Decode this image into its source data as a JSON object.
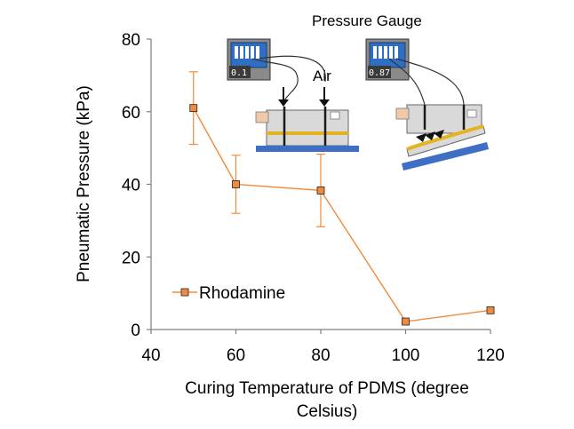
{
  "chart_data": {
    "type": "line",
    "xlabel": "Curing Temperature of PDMS (degree Celsius)",
    "xlabel_lines": [
      "Curing Temperature of PDMS (degree",
      "Celsius)"
    ],
    "ylabel": "Pneumatic Pressure (kPa)",
    "xlim": [
      40,
      120
    ],
    "ylim": [
      0,
      80
    ],
    "xticks": [
      40,
      60,
      80,
      100,
      120
    ],
    "yticks": [
      0,
      20,
      40,
      60,
      80
    ],
    "grid": false,
    "legend_position": "lower-left",
    "series": [
      {
        "name": "Rhodamine",
        "color": "#f08a3c",
        "x": [
          50,
          60,
          80,
          100,
          120
        ],
        "y": [
          61,
          40,
          38.3,
          2.2,
          5.3
        ],
        "yerr": [
          10,
          8,
          10,
          0,
          0
        ]
      }
    ],
    "annotations": {
      "pressure_gauge": "Pressure Gauge",
      "air": "Air",
      "gauge_readings": [
        "0.1",
        "0.87"
      ]
    }
  }
}
